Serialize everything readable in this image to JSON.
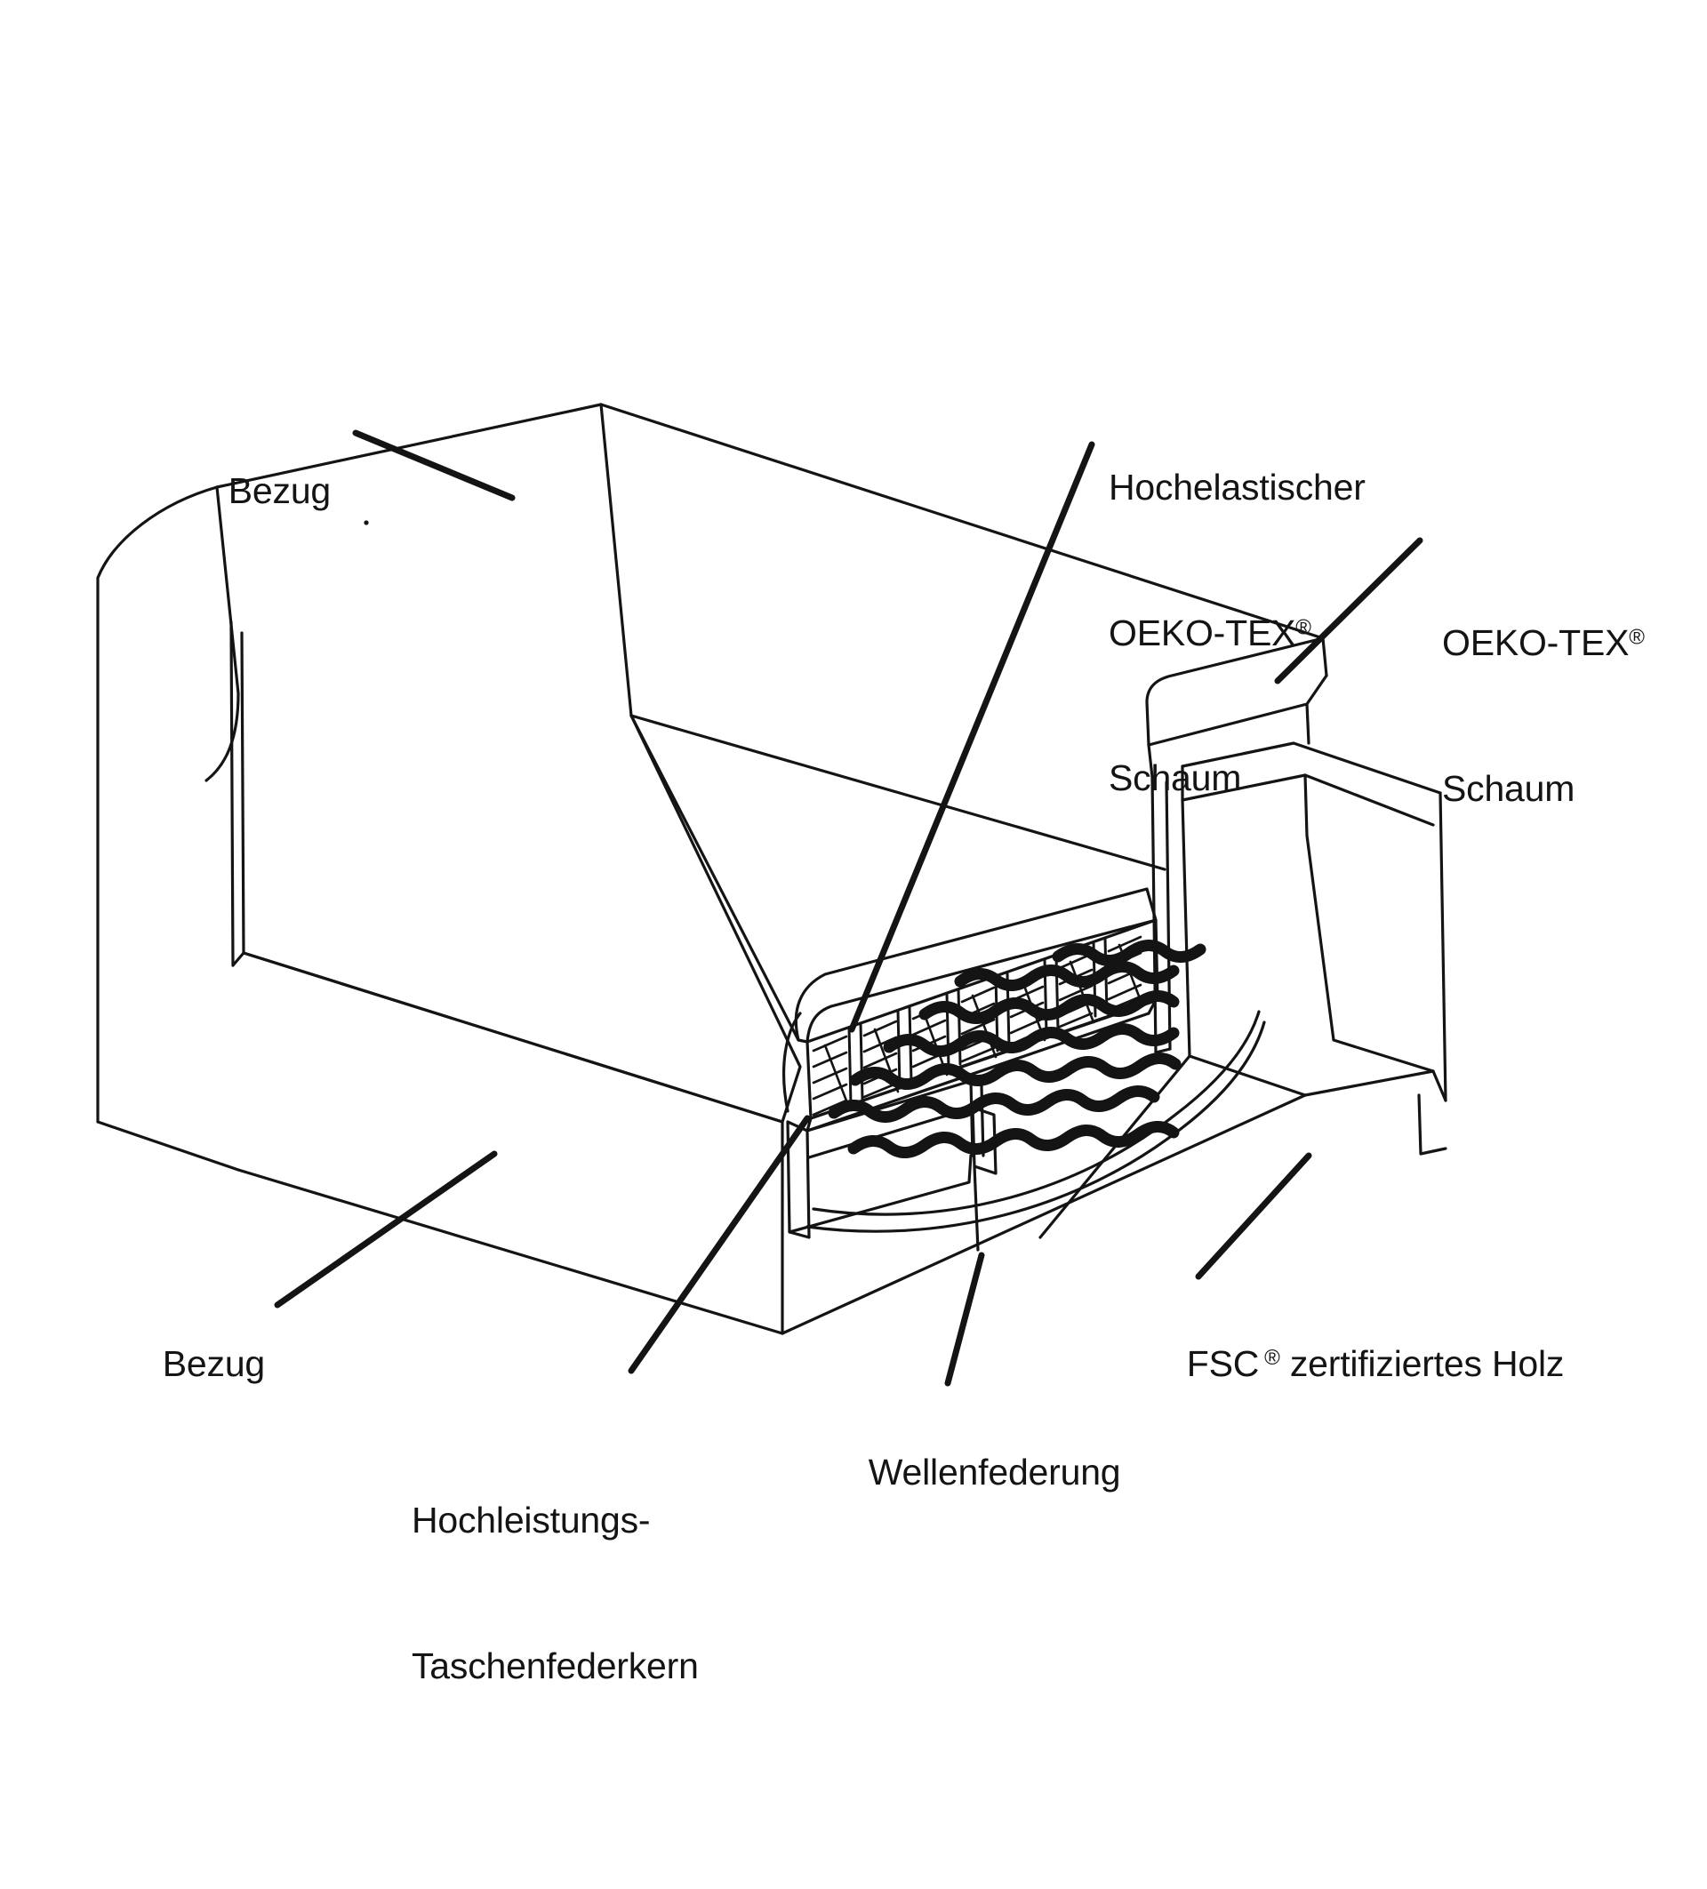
{
  "document": {
    "type": "technical-cutaway-diagram",
    "subject": "Sofa Aufbau / Querschnitt",
    "language": "de",
    "background_color": "#ffffff",
    "line_color": "#141414",
    "text_color": "#141414"
  },
  "callouts": [
    {
      "id": "bezug-top",
      "text": "Bezug",
      "registered": false,
      "points_to": "rueckenlehne-bezug",
      "leader_from": [
        410,
        487
      ],
      "leader_to": [
        570,
        557
      ]
    },
    {
      "id": "hochelastischer-schaum",
      "line1": "Hochelastischer",
      "line2": "OEKO-TEX",
      "line3": "Schaum",
      "registered": true,
      "points_to": "sitz-schaum-kante",
      "leader_from": [
        1228,
        500
      ],
      "leader_to": [
        958,
        1158
      ]
    },
    {
      "id": "oekotex-schaum",
      "line1": "OEKO-TEX",
      "line2": "Schaum",
      "registered": true,
      "points_to": "armlehne-schaum",
      "leader_from": [
        1597,
        610
      ],
      "leader_to": [
        1437,
        765
      ]
    },
    {
      "id": "bezug-bottom",
      "text": "Bezug",
      "registered": false,
      "points_to": "sitzflaeche-bezug",
      "leader_from": [
        310,
        1470
      ],
      "leader_to": [
        556,
        1300
      ]
    },
    {
      "id": "hochleistungs-taschenfederkern",
      "line1": "Hochleistungs-",
      "line2": "Taschenfederkern",
      "registered": false,
      "points_to": "taschenfederkern",
      "leader_from": [
        710,
        1545
      ],
      "leader_to": [
        905,
        1280
      ]
    },
    {
      "id": "wellenfederung",
      "text": "Wellenfederung",
      "registered": false,
      "points_to": "wellenfedern",
      "leader_from": [
        1063,
        1558
      ],
      "leader_to": [
        1103,
        1410
      ]
    },
    {
      "id": "fsc-holz",
      "text_before": "FSC",
      "registered": true,
      "text_after": " zertifiziertes Holz",
      "points_to": "holzrahmen",
      "leader_from": [
        1345,
        1438
      ],
      "leader_to": [
        1470,
        1300
      ]
    }
  ],
  "symbols": {
    "registered_trademark": "®"
  },
  "components": [
    {
      "name": "bezug-rueckenlehne",
      "label": "Bezug"
    },
    {
      "name": "bezug-sitzflaeche",
      "label": "Bezug"
    },
    {
      "name": "hochelastischer-oeko-tex-schaum",
      "label": "Hochelastischer OEKO-TEX® Schaum"
    },
    {
      "name": "oeko-tex-schaum-armlehne",
      "label": "OEKO-TEX® Schaum"
    },
    {
      "name": "hochleistungs-taschenfederkern",
      "label": "Hochleistungs-Taschenfederkern"
    },
    {
      "name": "wellenfederung",
      "label": "Wellenfederung"
    },
    {
      "name": "fsc-zertifiziertes-holz",
      "label": "FSC ® zertifiziertes Holz"
    }
  ]
}
